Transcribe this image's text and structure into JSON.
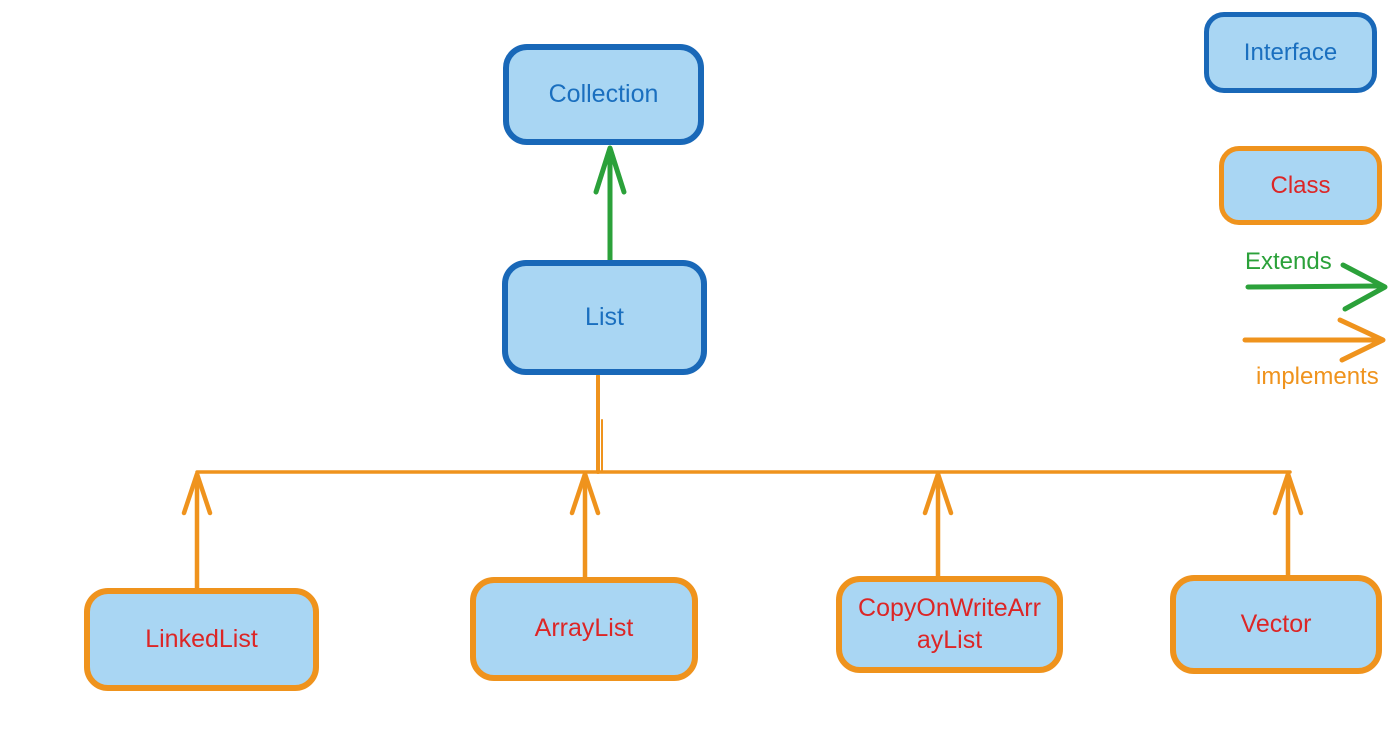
{
  "diagram": {
    "nodes": [
      {
        "id": "collection",
        "label": "Collection",
        "type": "interface"
      },
      {
        "id": "list",
        "label": "List",
        "type": "interface"
      },
      {
        "id": "linkedlist",
        "label": "LinkedList",
        "type": "class"
      },
      {
        "id": "arraylist",
        "label": "ArrayList",
        "type": "class"
      },
      {
        "id": "copyonwritearraylist",
        "label": "CopyOnWriteArrayList",
        "type": "class"
      },
      {
        "id": "vector",
        "label": "Vector",
        "type": "class"
      }
    ],
    "edges": [
      {
        "from": "List",
        "to": "Collection",
        "type": "extends"
      },
      {
        "from": "LinkedList",
        "to": "List",
        "type": "implements"
      },
      {
        "from": "ArrayList",
        "to": "List",
        "type": "implements"
      },
      {
        "from": "CopyOnWriteArrayList",
        "to": "List",
        "type": "implements"
      },
      {
        "from": "Vector",
        "to": "List",
        "type": "implements"
      }
    ]
  },
  "legend": {
    "interface_label": "Interface",
    "class_label": "Class",
    "extends_label": "Extends",
    "implements_label": "implements"
  },
  "colors": {
    "background": "#ffffff",
    "node_fill": "#a9d6f3",
    "interface_border": "#1968b8",
    "interface_text": "#1a6fbf",
    "class_border": "#ef931d",
    "class_text": "#dc2626",
    "extends_arrow": "#2ba13a",
    "implements_arrow": "#ef931d"
  }
}
